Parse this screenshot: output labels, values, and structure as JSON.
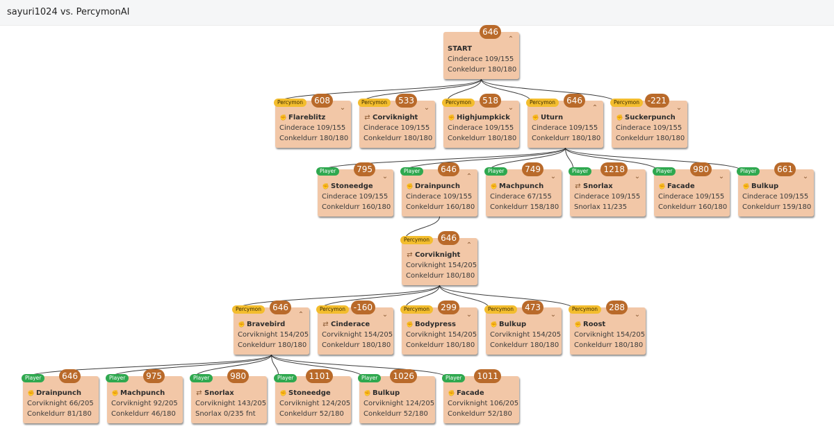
{
  "header": {
    "title": "sayuri1024 vs. PercymonAI"
  },
  "nodes": [
    {
      "id": "root",
      "score": "646",
      "actor": "",
      "icon": "",
      "title": "START",
      "line2": "Cinderace 109/155",
      "line3": "Conkeldurr 180/180",
      "toggle": "up"
    },
    {
      "id": "p-flareblitz",
      "score": "608",
      "actor": "Percymon",
      "icon": "fist",
      "title": "Flareblitz",
      "line2": "Cinderace 109/155",
      "line3": "Conkeldurr 180/180",
      "toggle": "down"
    },
    {
      "id": "p-corviknight1",
      "score": "533",
      "actor": "Percymon",
      "icon": "swap",
      "title": "Corviknight",
      "line2": "Cinderace 109/155",
      "line3": "Conkeldurr 180/180",
      "toggle": "down"
    },
    {
      "id": "p-highjumpkick",
      "score": "518",
      "actor": "Percymon",
      "icon": "fist",
      "title": "Highjumpkick",
      "line2": "Cinderace 109/155",
      "line3": "Conkeldurr 180/180",
      "toggle": "down"
    },
    {
      "id": "p-uturn",
      "score": "646",
      "actor": "Percymon",
      "icon": "fist",
      "title": "Uturn",
      "line2": "Cinderace 109/155",
      "line3": "Conkeldurr 180/180",
      "toggle": "up"
    },
    {
      "id": "p-suckerpunch",
      "score": "-221",
      "actor": "Percymon",
      "icon": "fist",
      "title": "Suckerpunch",
      "line2": "Cinderace 109/155",
      "line3": "Conkeldurr 180/180",
      "toggle": "down"
    },
    {
      "id": "u-stoneedge",
      "score": "795",
      "actor": "Player",
      "icon": "fist",
      "title": "Stoneedge",
      "line2": "Cinderace 109/155",
      "line3": "Conkeldurr 160/180",
      "toggle": "down"
    },
    {
      "id": "u-drainpunch",
      "score": "646",
      "actor": "Player",
      "icon": "fist",
      "title": "Drainpunch",
      "line2": "Cinderace 109/155",
      "line3": "Conkeldurr 160/180",
      "toggle": "up"
    },
    {
      "id": "u-machpunch",
      "score": "749",
      "actor": "Player",
      "icon": "fist",
      "title": "Machpunch",
      "line2": "Cinderace 67/155",
      "line3": "Conkeldurr 158/180",
      "toggle": "down"
    },
    {
      "id": "u-snorlax",
      "score": "1218",
      "actor": "Player",
      "icon": "swap",
      "title": "Snorlax",
      "line2": "Cinderace 109/155",
      "line3": "Snorlax 11/235",
      "toggle": "down"
    },
    {
      "id": "u-facade",
      "score": "980",
      "actor": "Player",
      "icon": "fist",
      "title": "Facade",
      "line2": "Cinderace 109/155",
      "line3": "Conkeldurr 160/180",
      "toggle": "down"
    },
    {
      "id": "u-bulkup",
      "score": "661",
      "actor": "Player",
      "icon": "fist",
      "title": "Bulkup",
      "line2": "Cinderace 109/155",
      "line3": "Conkeldurr 159/180",
      "toggle": "down"
    },
    {
      "id": "p-corviknight2",
      "score": "646",
      "actor": "Percymon",
      "icon": "swap",
      "title": "Corviknight",
      "line2": "Corviknight 154/205",
      "line3": "Conkeldurr 180/180",
      "toggle": "up"
    },
    {
      "id": "p-bravebird",
      "score": "646",
      "actor": "Percymon",
      "icon": "fist",
      "title": "Bravebird",
      "line2": "Corviknight 154/205",
      "line3": "Conkeldurr 180/180",
      "toggle": "up"
    },
    {
      "id": "p-cinderace",
      "score": "-160",
      "actor": "Percymon",
      "icon": "swap",
      "title": "Cinderace",
      "line2": "Corviknight 154/205",
      "line3": "Conkeldurr 180/180",
      "toggle": "down"
    },
    {
      "id": "p-bodypress",
      "score": "299",
      "actor": "Percymon",
      "icon": "fist",
      "title": "Bodypress",
      "line2": "Corviknight 154/205",
      "line3": "Conkeldurr 180/180",
      "toggle": "down"
    },
    {
      "id": "p-bulkup",
      "score": "473",
      "actor": "Percymon",
      "icon": "fist",
      "title": "Bulkup",
      "line2": "Corviknight 154/205",
      "line3": "Conkeldurr 180/180",
      "toggle": "down"
    },
    {
      "id": "p-roost",
      "score": "288",
      "actor": "Percymon",
      "icon": "fist",
      "title": "Roost",
      "line2": "Corviknight 154/205",
      "line3": "Conkeldurr 180/180",
      "toggle": "down"
    },
    {
      "id": "u2-drainpunch",
      "score": "646",
      "actor": "Player",
      "icon": "fist",
      "title": "Drainpunch",
      "line2": "Corviknight 66/205",
      "line3": "Conkeldurr 81/180",
      "toggle": ""
    },
    {
      "id": "u2-machpunch",
      "score": "975",
      "actor": "Player",
      "icon": "fist",
      "title": "Machpunch",
      "line2": "Corviknight 92/205",
      "line3": "Conkeldurr 46/180",
      "toggle": ""
    },
    {
      "id": "u2-snorlax",
      "score": "980",
      "actor": "Player",
      "icon": "swap",
      "title": "Snorlax",
      "line2": "Corviknight 143/205",
      "line3": "Snorlax 0/235 fnt",
      "toggle": ""
    },
    {
      "id": "u2-stoneedge",
      "score": "1101",
      "actor": "Player",
      "icon": "fist",
      "title": "Stoneedge",
      "line2": "Corviknight 124/205",
      "line3": "Conkeldurr 52/180",
      "toggle": ""
    },
    {
      "id": "u2-bulkup",
      "score": "1026",
      "actor": "Player",
      "icon": "fist",
      "title": "Bulkup",
      "line2": "Corviknight 124/205",
      "line3": "Conkeldurr 52/180",
      "toggle": ""
    },
    {
      "id": "u2-facade",
      "score": "1011",
      "actor": "Player",
      "icon": "fist",
      "title": "Facade",
      "line2": "Corviknight 106/205",
      "line3": "Conkeldurr 52/180",
      "toggle": ""
    }
  ]
}
